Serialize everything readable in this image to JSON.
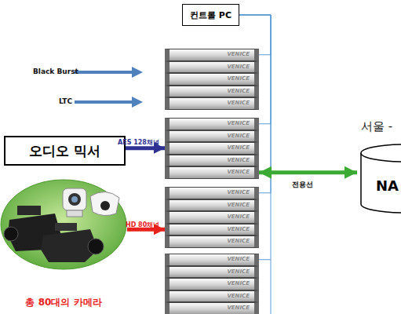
{
  "diagram": {
    "nodes": [
      {
        "text": [
          "컨트롤 PC"
        ]
      },
      {
        "text": [
          "오디오 믹서"
        ]
      },
      {
        "text": [
          "총 80대의 카메라"
        ]
      },
      {
        "text": [
          "VENICE"
        ]
      },
      {
        "text": [
          "VENICE"
        ]
      },
      {
        "text": [
          "VENICE"
        ]
      },
      {
        "text": [
          "VENICE"
        ]
      },
      {
        "text": [
          "VENICE"
        ]
      },
      {
        "text": [
          "VENICE"
        ]
      },
      {
        "text": [
          "VENICE"
        ]
      },
      {
        "text": [
          "VENICE"
        ]
      },
      {
        "text": [
          "VENICE"
        ]
      },
      {
        "text": [
          "VENICE"
        ]
      },
      {
        "text": [
          "VENICE"
        ]
      },
      {
        "text": [
          "VENICE"
        ]
      },
      {
        "text": [
          "VENICE"
        ]
      },
      {
        "text": [
          "VENICE"
        ]
      },
      {
        "text": [
          "VENICE"
        ]
      },
      {
        "text": [
          "VENICE"
        ]
      },
      {
        "text": [
          "VENICE"
        ]
      },
      {
        "text": [
          "VENICE"
        ]
      },
      {
        "text": [
          "VENICE"
        ]
      },
      {
        "text": [
          "VENICE"
        ]
      },
      {
        "text": [
          "서울 -",
          "NA"
        ]
      }
    ],
    "edges": [
      {
        "from": 0,
        "to": 3,
        "arrow": "none"
      },
      {
        "from": 0,
        "to": 8,
        "arrow": "none"
      },
      {
        "from": 0,
        "to": 13,
        "arrow": "none"
      },
      {
        "from": 0,
        "to": 18,
        "arrow": "none"
      },
      {
        "from": 1,
        "to": 10,
        "label": "AES 128채널",
        "arrow": "to"
      },
      {
        "from": 2,
        "to": 16,
        "label": "HD 80채널",
        "arrow": "to"
      },
      {
        "from": 12,
        "to": 23,
        "label": "전용선",
        "arrow": "both"
      }
    ],
    "labels": [
      "Black Burst",
      "LTC"
    ]
  }
}
